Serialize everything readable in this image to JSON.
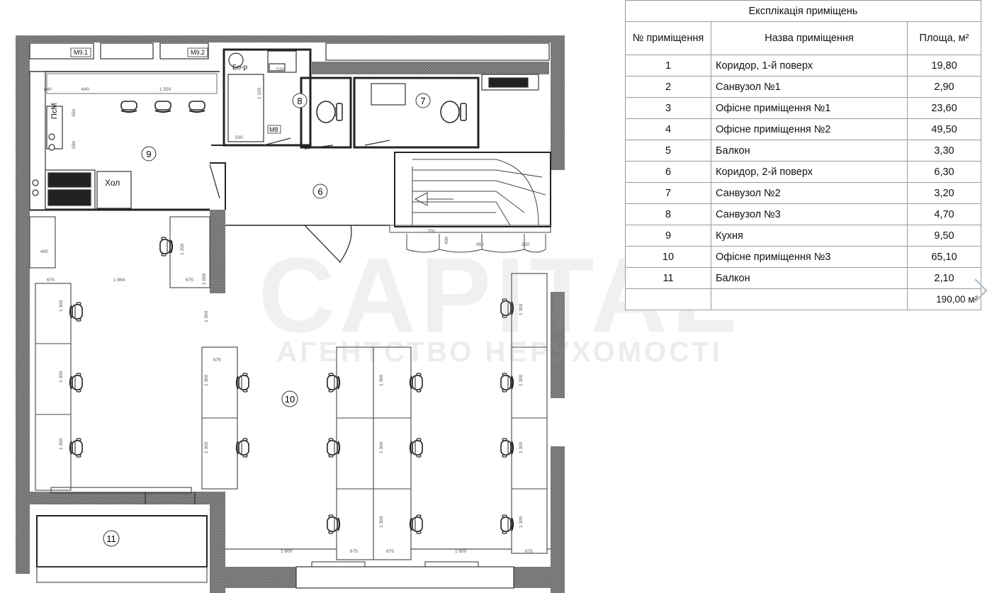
{
  "plan": {
    "rooms": [
      {
        "id": "room-1",
        "num": "9"
      },
      {
        "id": "room-2",
        "num": "8"
      },
      {
        "id": "room-3",
        "num": "7"
      },
      {
        "id": "room-4",
        "num": "6"
      },
      {
        "id": "room-5",
        "num": "10"
      },
      {
        "id": "room-6",
        "num": "11"
      }
    ],
    "labels": {
      "m91": "M9.1",
      "m92": "M9.2",
      "bo": "Бо-р",
      "pm": "ПсМ",
      "m8": "M8",
      "hol": "Хол"
    },
    "dims": {
      "d1": "1 550",
      "d2": "640",
      "d3": "640",
      "d4": "450",
      "d5": "600",
      "d6": "400",
      "d7": "1 200",
      "d8": "675",
      "d9": "1 864",
      "d10": "675",
      "d11": "1 300",
      "d12": "1 300",
      "d13": "1 300",
      "d14": "1 300",
      "d15": "675",
      "d16": "1 300",
      "d17": "1 300",
      "d18": "1 300",
      "d19": "1 300",
      "d20": "1 300",
      "d21": "1 300",
      "d22": "1 300",
      "d23": "1 300",
      "d24": "1 300",
      "d25": "1 600",
      "d26": "675",
      "d27": "675",
      "d28": "1 600",
      "d29": "675",
      "d30": "700",
      "d31": "400",
      "d32": "450",
      "d33": "350",
      "d34": "1 000",
      "d35": "533",
      "d36": "1 120",
      "d37": "500"
    }
  },
  "watermark": {
    "brand": "CAPITAL",
    "sub": "АГЕНТСТВО НЕРУХОМОСТІ"
  },
  "table": {
    "title": "Експлікація приміщень",
    "headers": {
      "num": "№ приміщення",
      "name": "Назва приміщення",
      "area": "Площа, м²"
    },
    "rows": [
      {
        "num": "1",
        "name": "Коридор, 1-й поверх",
        "area": "19,80"
      },
      {
        "num": "2",
        "name": "Санвузол №1",
        "area": "2,90"
      },
      {
        "num": "3",
        "name": "Офісне приміщення №1",
        "area": "23,60"
      },
      {
        "num": "4",
        "name": "Офісне приміщення №2",
        "area": "49,50"
      },
      {
        "num": "5",
        "name": "Балкон",
        "area": "3,30"
      },
      {
        "num": "6",
        "name": "Коридор, 2-й поверх",
        "area": "6,30"
      },
      {
        "num": "7",
        "name": "Санвузол №2",
        "area": "3,20"
      },
      {
        "num": "8",
        "name": "Санвузол №3",
        "area": "4,70"
      },
      {
        "num": "9",
        "name": "Кухня",
        "area": "9,50"
      },
      {
        "num": "10",
        "name": "Офісне приміщення №3",
        "area": "65,10"
      },
      {
        "num": "11",
        "name": "Балкон",
        "area": "2,10"
      }
    ],
    "total": "190,00 м²"
  }
}
